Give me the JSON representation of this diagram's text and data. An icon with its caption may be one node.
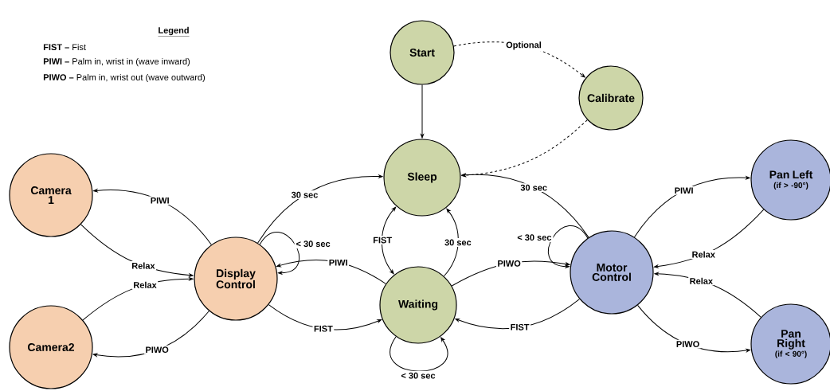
{
  "diagram": {
    "nodes": [
      {
        "text": [
          "Start"
        ]
      },
      {
        "text": [
          "Calibrate"
        ]
      },
      {
        "text": [
          "Sleep"
        ]
      },
      {
        "text": [
          "Waiting"
        ]
      },
      {
        "text": [
          "Display Control"
        ]
      },
      {
        "text": [
          "Motor Control"
        ]
      },
      {
        "text": [
          "Camera 1"
        ]
      },
      {
        "text": [
          "Camera2"
        ]
      },
      {
        "text": [
          "Pan Left",
          "(if > -90°)"
        ]
      },
      {
        "text": [
          "Pan Right",
          "(if < 90°)"
        ]
      }
    ],
    "edges": [
      {
        "from": 0,
        "to": 1,
        "arrow": "to",
        "label": "Optional",
        "style": "dashed"
      },
      {
        "from": 0,
        "to": 2,
        "arrow": "to"
      },
      {
        "from": 1,
        "to": 2,
        "arrow": "to",
        "style": "dashed"
      },
      {
        "from": 4,
        "to": 2,
        "arrow": "to",
        "label": "30 sec"
      },
      {
        "from": 4,
        "to": 4,
        "arrow": "to",
        "label": "< 30 sec"
      },
      {
        "from": 3,
        "to": 4,
        "arrow": "to",
        "label": "PIWI"
      },
      {
        "from": 4,
        "to": 3,
        "arrow": "to",
        "label": "FIST"
      },
      {
        "from": 4,
        "to": 6,
        "arrow": "to",
        "label": "PIWI"
      },
      {
        "from": 6,
        "to": 4,
        "arrow": "to",
        "label": "Relax"
      },
      {
        "from": 7,
        "to": 4,
        "arrow": "to",
        "label": "Relax"
      },
      {
        "from": 4,
        "to": 7,
        "arrow": "to",
        "label": "PIWO"
      },
      {
        "from": 2,
        "to": 3,
        "arrow": "both",
        "label": "FIST"
      },
      {
        "from": 3,
        "to": 2,
        "arrow": "to",
        "label": "30 sec"
      },
      {
        "from": 3,
        "to": 3,
        "arrow": "to",
        "label": "< 30 sec"
      },
      {
        "from": 5,
        "to": 2,
        "arrow": "to",
        "label": "30 sec"
      },
      {
        "from": 5,
        "to": 5,
        "arrow": "to",
        "label": "< 30 sec"
      },
      {
        "from": 3,
        "to": 5,
        "arrow": "to",
        "label": "PIWO"
      },
      {
        "from": 5,
        "to": 3,
        "arrow": "to",
        "label": "FIST"
      },
      {
        "from": 5,
        "to": 8,
        "arrow": "to",
        "label": "PIWI"
      },
      {
        "from": 8,
        "to": 5,
        "arrow": "to",
        "label": "Relax"
      },
      {
        "from": 9,
        "to": 5,
        "arrow": "to",
        "label": "Relax"
      },
      {
        "from": 5,
        "to": 9,
        "arrow": "to",
        "label": "PIWO"
      }
    ],
    "labels": [
      "Legend"
    ],
    "legend": [
      {
        "text": "**FIST –** Fist"
      },
      {
        "text": "**PIWI –** Palm in, wrist in (wave inward)"
      },
      {
        "text": "**PIWO –** Palm in, wrist out (wave outward)"
      }
    ]
  }
}
